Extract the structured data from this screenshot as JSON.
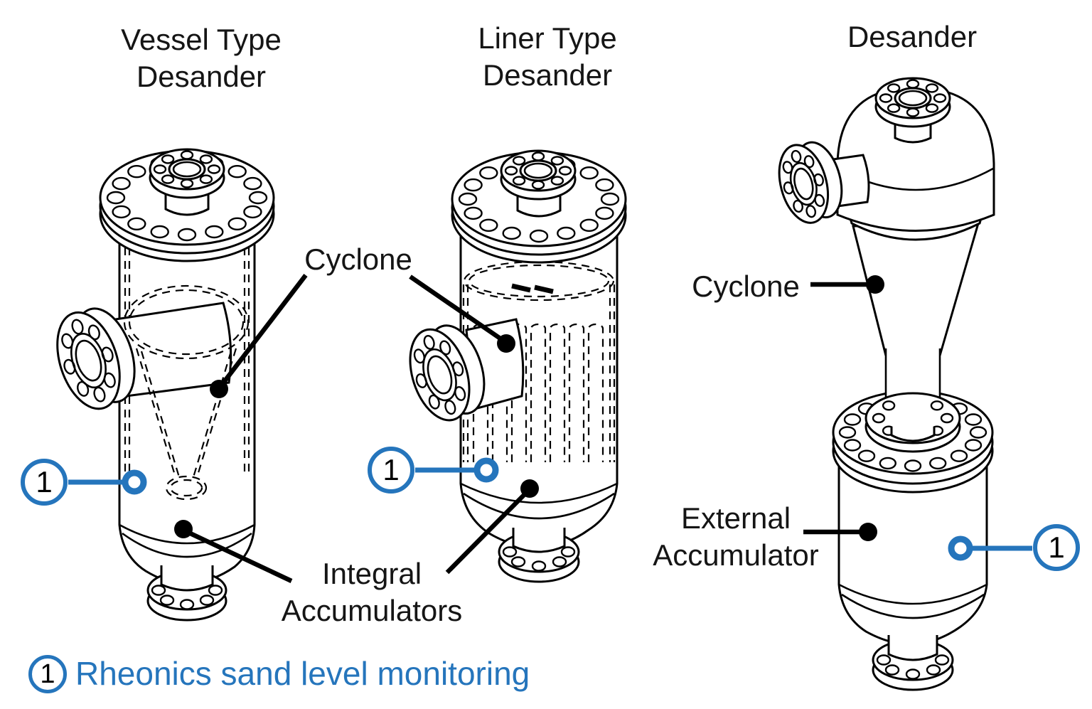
{
  "colors": {
    "accent_blue": "#2575BC",
    "line_black": "#000000",
    "background": "#FFFFFF"
  },
  "titles": {
    "vessel": "Vessel Type\nDesander",
    "liner": "Liner Type\nDesander",
    "desander": "Desander"
  },
  "labels": {
    "cyclone_shared": "Cyclone",
    "cyclone_right": "Cyclone",
    "integral_accumulators": "Integral\nAccumulators",
    "external_accumulator": "External\nAccumulator"
  },
  "callouts": {
    "vessel_marker": "1",
    "liner_marker": "1",
    "desander_marker": "1"
  },
  "legend": {
    "marker": "1",
    "text": "Rheonics sand level monitoring"
  }
}
